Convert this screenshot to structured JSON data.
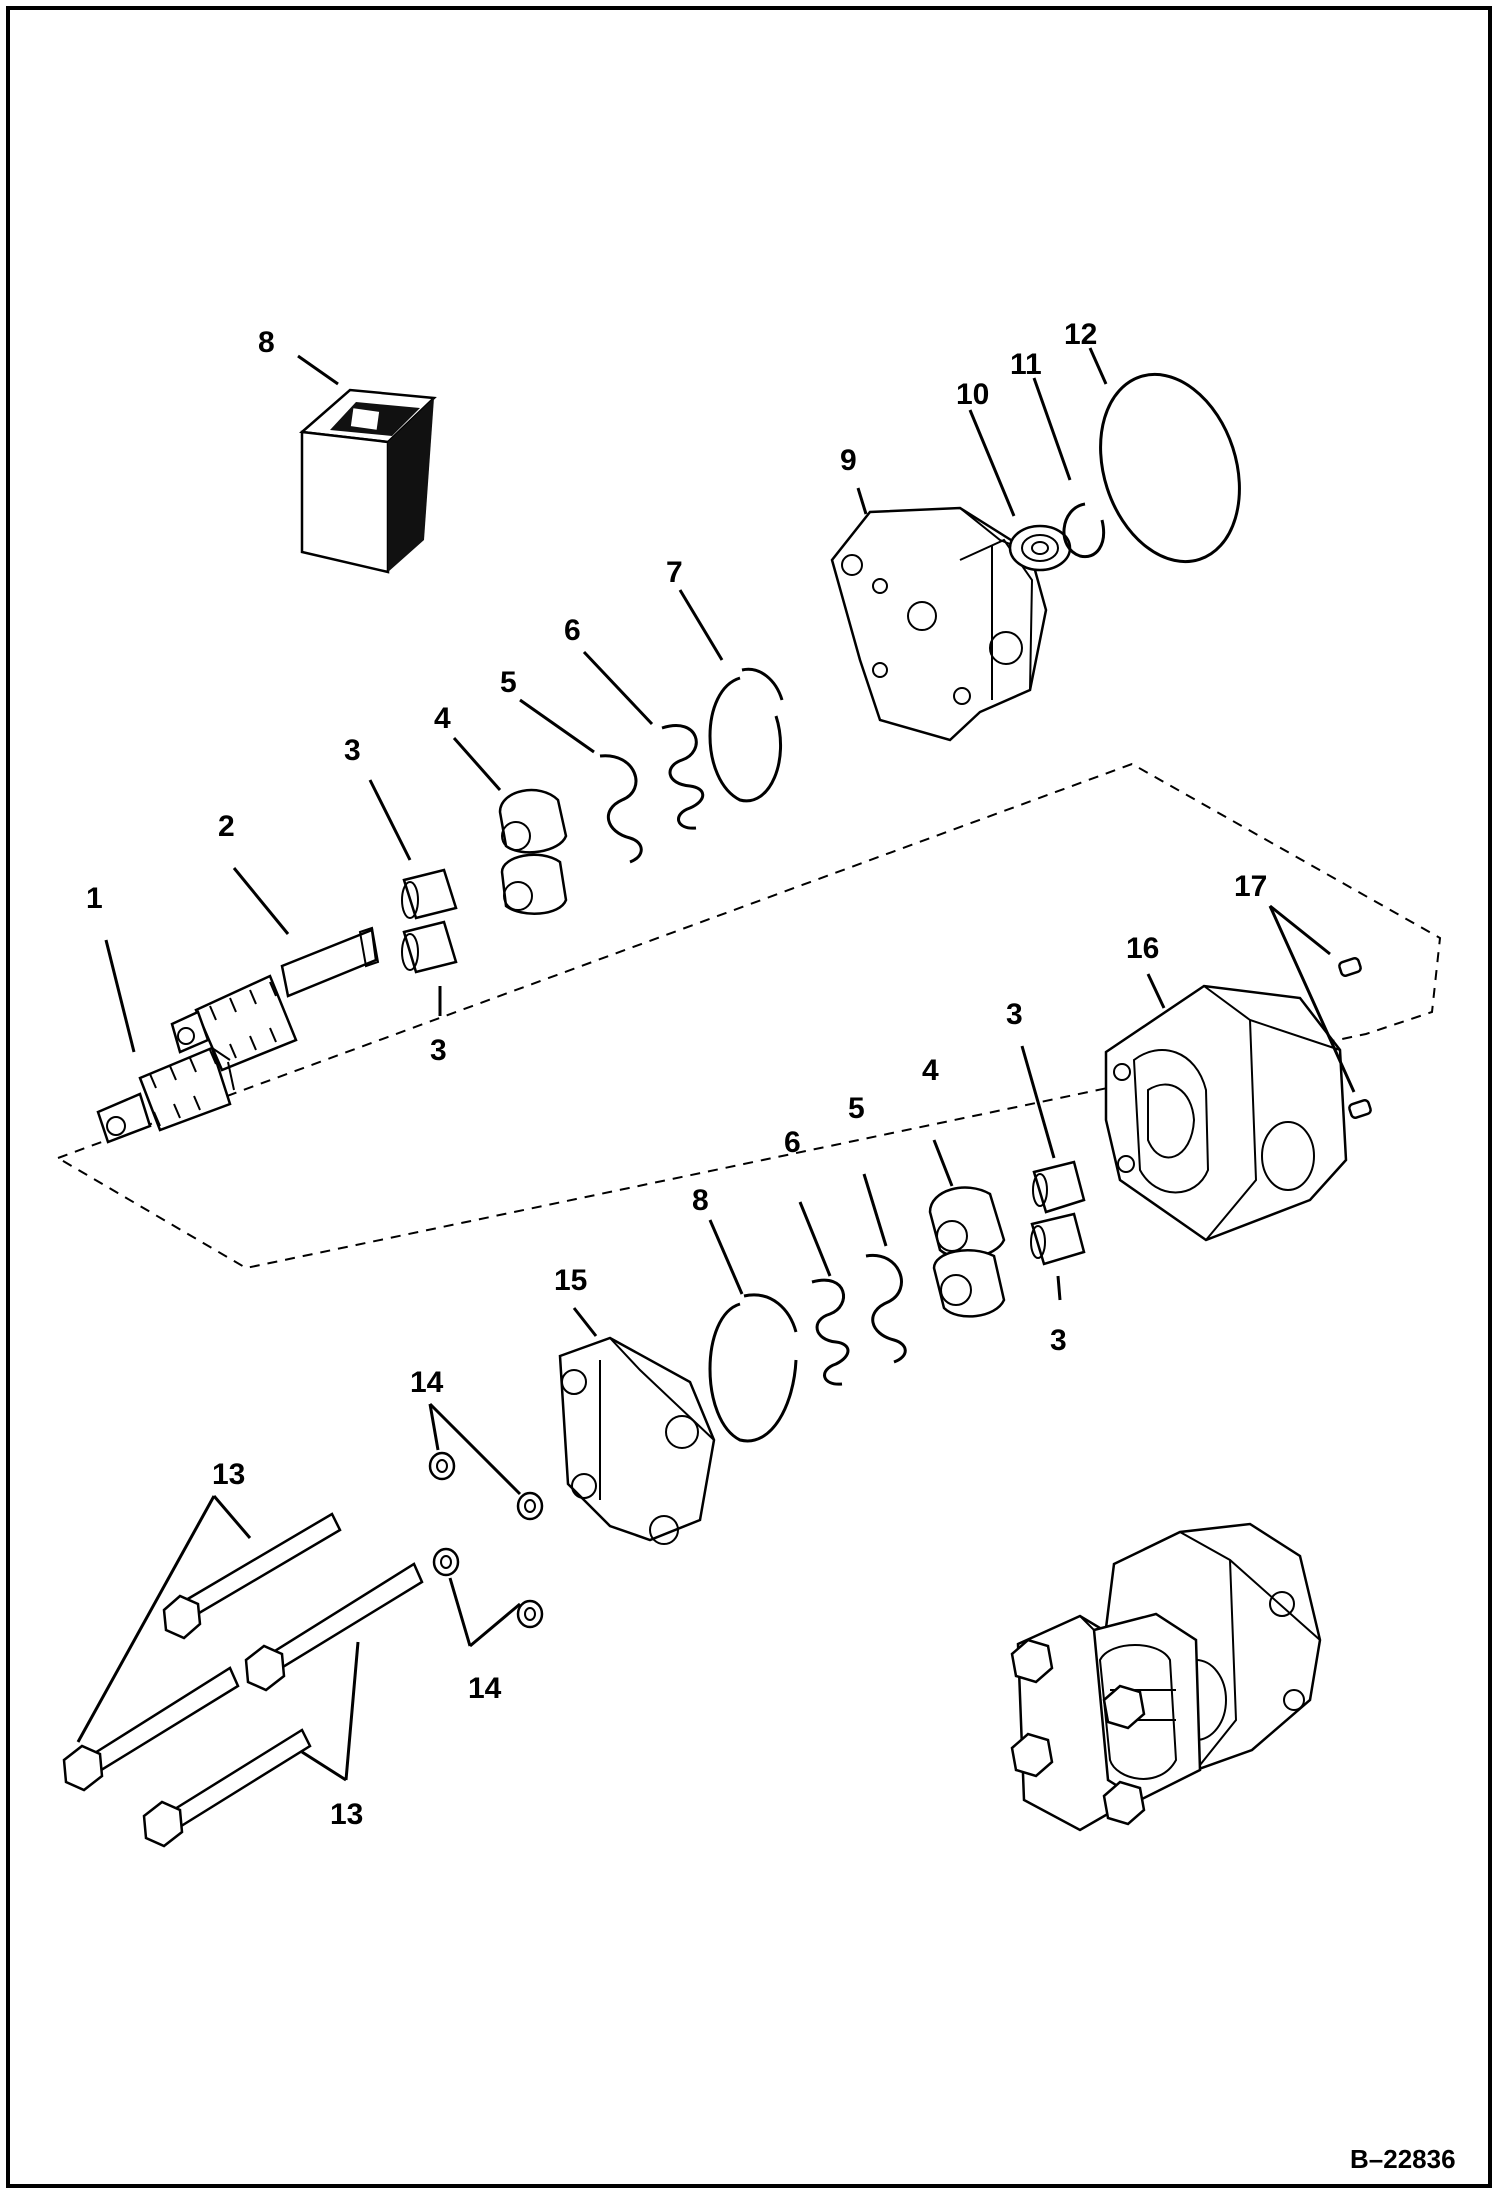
{
  "drawing_number": "B–22836",
  "callouts": {
    "c1": "1",
    "c2": "2",
    "c3a": "3",
    "c3b": "3",
    "c3c": "3",
    "c3d": "3",
    "c4a": "4",
    "c4b": "4",
    "c5a": "5",
    "c5b": "5",
    "c6a": "6",
    "c6b": "6",
    "c7": "7",
    "c8a": "8",
    "c8b": "8",
    "c9": "9",
    "c10": "10",
    "c11": "11",
    "c12": "12",
    "c13a": "13",
    "c13b": "13",
    "c14a": "14",
    "c14b": "14",
    "c15": "15",
    "c16": "16",
    "c17": "17"
  }
}
